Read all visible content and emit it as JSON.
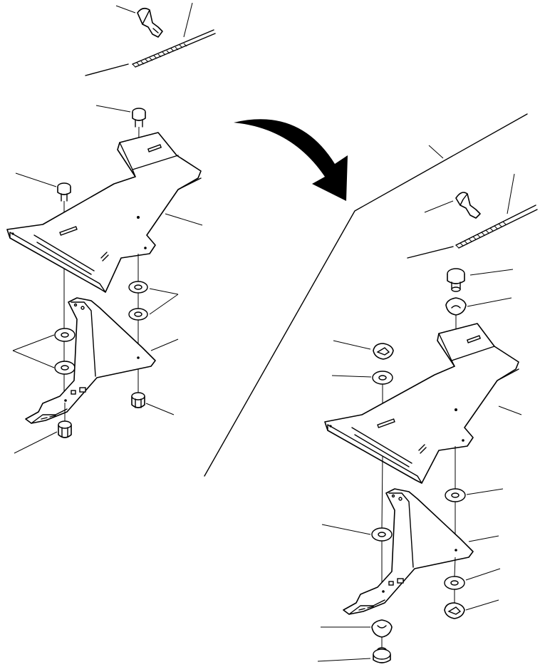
{
  "diagram": {
    "kind": "exploded parts illustration",
    "text_labels": [],
    "colors": {
      "line": "#000000",
      "background": "#ffffff"
    },
    "views": [
      {
        "id": "before",
        "parts": [
          "cable",
          "cable-clip",
          "pin",
          "pin",
          "upper-plate",
          "washer",
          "washer",
          "washer",
          "washer",
          "lower-bracket",
          "nut",
          "nut"
        ]
      },
      {
        "id": "after",
        "parts": [
          "cable",
          "cable-clip",
          "pin",
          "spacer",
          "e-clip",
          "washer",
          "upper-plate",
          "washer",
          "washer",
          "lower-bracket",
          "washer",
          "e-clip",
          "spacer",
          "pin"
        ]
      }
    ]
  }
}
